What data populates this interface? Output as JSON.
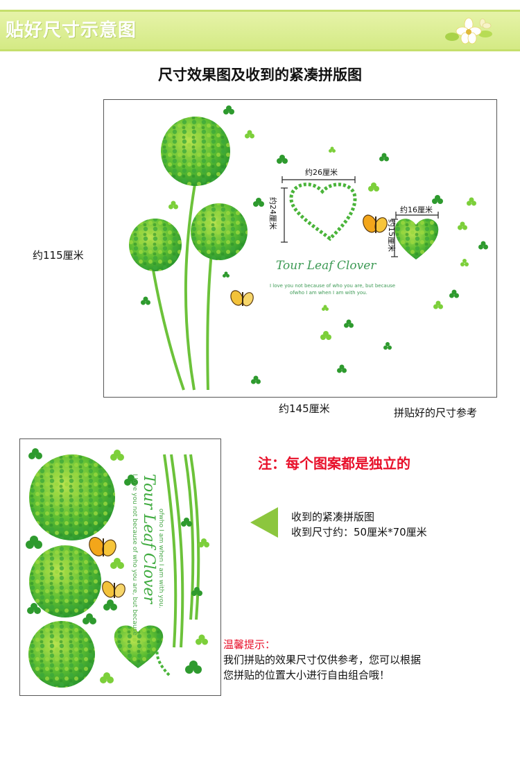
{
  "header": {
    "title": "贴好尺寸示意图"
  },
  "section": {
    "title": "尺寸效果图及收到的紧凑拼版图"
  },
  "illustration": {
    "brand_text": "Tour Leaf Clover",
    "quote_line1": "I love you not because of who you are, but because",
    "quote_line2": "ofwho I am when I am with you."
  },
  "dimensions": {
    "height_total": "约115厘米",
    "width_total": "约145厘米",
    "heart_large_width": "约26厘米",
    "heart_large_height": "约24厘米",
    "heart_small_width": "约16厘米",
    "heart_small_height": "约15厘米"
  },
  "caption_assembled": "拼贴好的尺寸参考",
  "note": "注：每个图案都是独立的",
  "received": {
    "line1": "收到的紧凑拼版图",
    "line2": "收到尺寸约：50厘米*70厘米"
  },
  "tips": {
    "title": "温馨提示：",
    "line1": "我们拼贴的效果尺寸仅供参考，您可以根据",
    "line2": "您拼贴的位置大小进行自由组合哦！"
  },
  "colors": {
    "leaf_dark": "#2e9a2e",
    "leaf_light": "#8fd13a",
    "stem": "#6cc23a",
    "accent_red": "#e8102a",
    "header_bg": "#d9ec8e",
    "arrow": "#8cc63e"
  }
}
